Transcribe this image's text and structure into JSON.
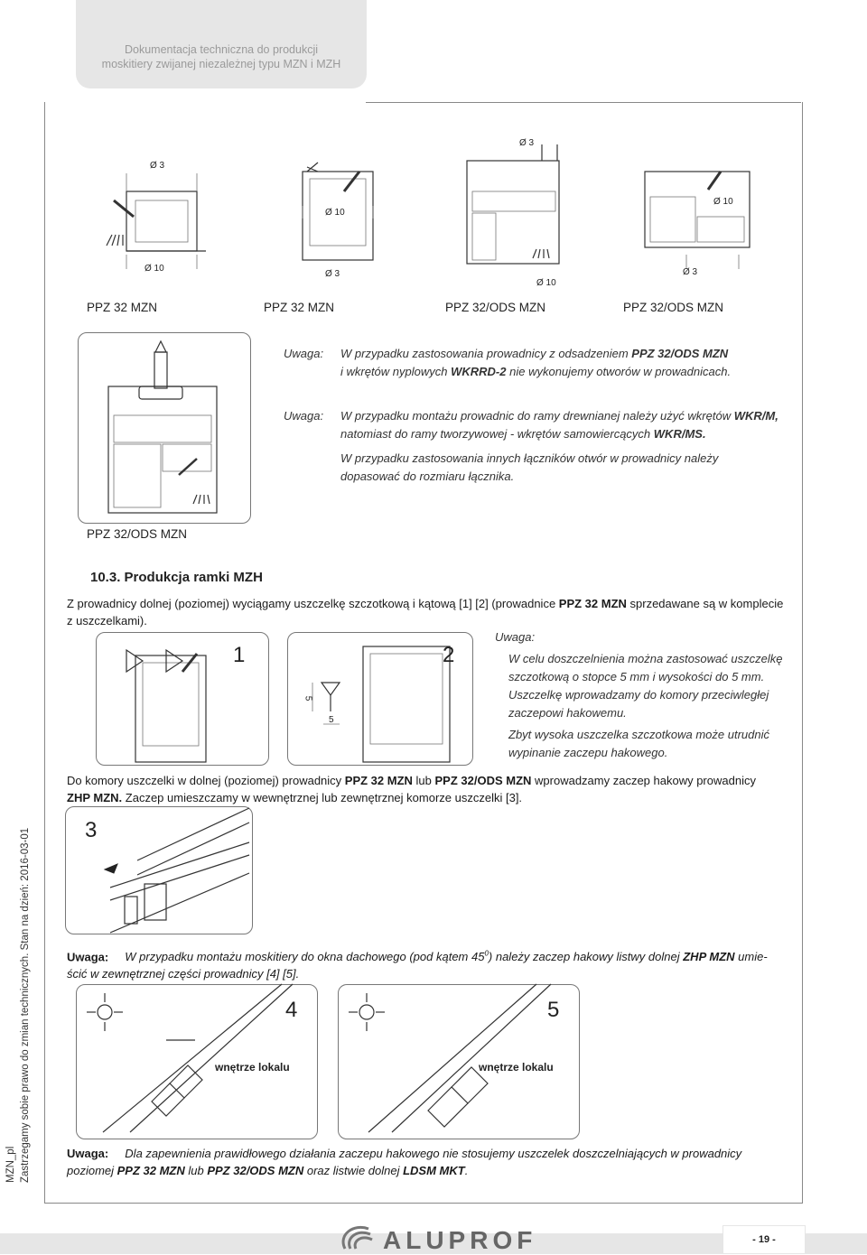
{
  "header": {
    "line1": "Dokumentacja techniczna do produkcji",
    "line2": "moskitiery zwijanej niezależnej typu MZN i MZH"
  },
  "profiles": {
    "captions": [
      "PPZ 32 MZN",
      "PPZ 32 MZN",
      "PPZ 32/ODS MZN",
      "PPZ 32/ODS MZN"
    ],
    "dims": [
      "Ø 3",
      "Ø 10",
      "Ø 10",
      "Ø 3",
      "Ø 3",
      "Ø 10",
      "Ø 10",
      "Ø 3"
    ]
  },
  "note1": {
    "label": "Uwaga:",
    "p1_a": "W przypadku zastosowania prowadnicy z odsadzeniem ",
    "p1_b": "PPZ 32/ODS MZN",
    "p1_c": "i wkrętów nyplowych ",
    "p1_d": "WKRRD-2",
    "p1_e": " nie wykonujemy otworów w prowadnicach."
  },
  "note2": {
    "label": "Uwaga:",
    "a": "W przypadku montażu prowadnic do ramy drewnianej należy użyć wkrętów ",
    "b": "WKR/M,",
    "c": "natomiast do ramy tworzywowej - wkrętów samowiercących ",
    "d": "WKR/MS.",
    "e": "W przypadku zastosowania innych łączników otwór w prowadnicy należy",
    "f": "dopasować do rozmiaru łącznika.",
    "caption": "PPZ 32/ODS MZN"
  },
  "section": {
    "title": "10.3. Produkcja ramki MZH",
    "p1_a": "Z prowadnicy dolnej (poziomej) wyciągamy uszczelkę szczotkową i kątową [1] [2] (prowadnice ",
    "p1_b": "PPZ 32 MZN",
    "p1_c": " sprzedawane są w komplecie",
    "p1_d": "z uszczelkami)."
  },
  "figs": {
    "n1": "1",
    "n2": "2",
    "n3": "3",
    "n4": "4",
    "n5": "5",
    "dim5a": "5",
    "dim5b": "5",
    "inside_a": "wnętrze lokalu",
    "inside_b": "wnętrze lokalu"
  },
  "note3": {
    "label": "Uwaga:",
    "a": "W celu doszczelnienia można zastosować uszczelkę",
    "b": "szczotkową o stopce 5 mm i wysokości do 5 mm.",
    "c": "Uszczelkę wprowadzamy do komory przeciwległej",
    "d": "zaczepowi hakowemu.",
    "e": "Zbyt wysoka uszczelka szczotkowa może utrudnić",
    "f": "wypinanie zaczepu hakowego."
  },
  "para2": {
    "a": "Do komory uszczelki w dolnej (poziomej) prowadnicy ",
    "b": "PPZ 32 MZN",
    "c": " lub ",
    "d": "PPZ 32/ODS MZN",
    "e": " wprowadzamy zaczep hakowy prowadnicy",
    "f": "ZHP MZN.",
    "g": " Zaczep umieszczamy w wewnętrznej lub zewnętrznej komorze uszczelki [3]."
  },
  "note4": {
    "label": "Uwaga:",
    "a": "W przypadku montażu moskitiery do okna dachowego (pod kątem 45",
    "sup": "0",
    "b": ") należy zaczep hakowy listwy dolnej ",
    "c": "ZHP MZN",
    "d": " umie-",
    "e": "ścić w zewnętrznej części prowadnicy [4] [5]."
  },
  "note5": {
    "label": "Uwaga:",
    "a": "Dla zapewnienia prawidłowego działania zaczepu hakowego nie stosujemy uszczelek doszczelniających w prowadnicy",
    "b": "poziomej ",
    "c": "PPZ 32 MZN",
    "d": " lub ",
    "e": "PPZ 32/ODS MZN",
    "f": " oraz listwie dolnej ",
    "g": "LDSM MKT",
    "h": "."
  },
  "side": {
    "line1": "MZN_pl",
    "line2": "Zastrzegamy sobie prawo do zmian technicznych. Stan na dzień: 2016-03-01"
  },
  "footer": {
    "brand": "ALUPROF",
    "page": "- 19 -"
  }
}
